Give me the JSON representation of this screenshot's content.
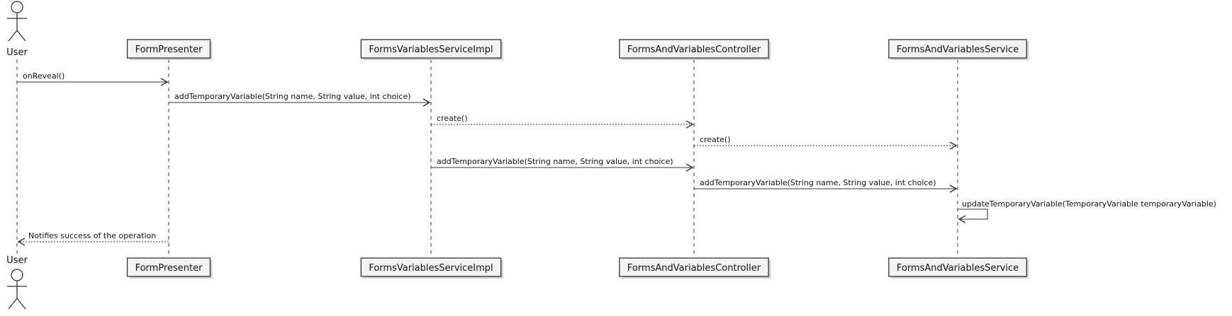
{
  "participants": [
    {
      "id": "user",
      "name": "User",
      "kind": "actor"
    },
    {
      "id": "formpresenter",
      "name": "FormPresenter",
      "kind": "participant"
    },
    {
      "id": "formsvariablesserviceimpl",
      "name": "FormsVariablesServiceImpl",
      "kind": "participant"
    },
    {
      "id": "formsandvariablescontroller",
      "name": "FormsAndVariablesController",
      "kind": "participant"
    },
    {
      "id": "formsandvariablesservice",
      "name": "FormsAndVariablesService",
      "kind": "participant"
    }
  ],
  "messages": [
    {
      "from": "user",
      "to": "formpresenter",
      "label": "onReveal()",
      "type": "sync"
    },
    {
      "from": "formpresenter",
      "to": "formsvariablesserviceimpl",
      "label": "addTemporaryVariable(String name, String value, int choice)",
      "type": "sync"
    },
    {
      "from": "formsvariablesserviceimpl",
      "to": "formsandvariablescontroller",
      "label": "create()",
      "type": "create"
    },
    {
      "from": "formsandvariablescontroller",
      "to": "formsandvariablesservice",
      "label": "create()",
      "type": "create"
    },
    {
      "from": "formsvariablesserviceimpl",
      "to": "formsandvariablescontroller",
      "label": "addTemporaryVariable(String name, String value, int choice)",
      "type": "sync"
    },
    {
      "from": "formsandvariablescontroller",
      "to": "formsandvariablesservice",
      "label": "addTemporaryVariable(String name, String value, int choice)",
      "type": "sync"
    },
    {
      "from": "formsandvariablesservice",
      "to": "formsandvariablesservice",
      "label": "updateTemporaryVariable(TemporaryVariable temporaryVariable)",
      "type": "self"
    },
    {
      "from": "formpresenter",
      "to": "user",
      "label": "Notifies success of the operation",
      "type": "reply"
    }
  ]
}
